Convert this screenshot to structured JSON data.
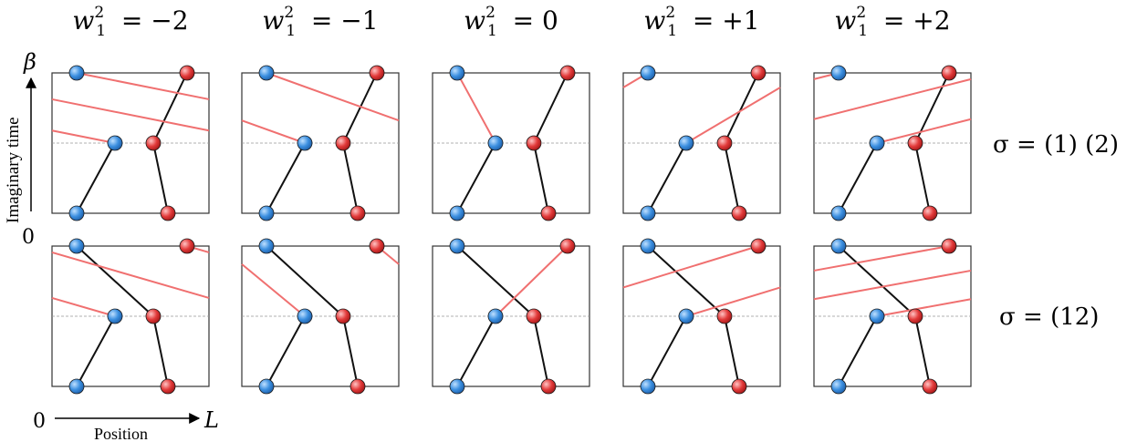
{
  "columns": [
    {
      "label_var": "w",
      "label_sub": "1",
      "label_sup": "2",
      "label_eq": "= −2",
      "winding": -2
    },
    {
      "label_var": "w",
      "label_sub": "1",
      "label_sup": "2",
      "label_eq": "= −1",
      "winding": -1
    },
    {
      "label_var": "w",
      "label_sub": "1",
      "label_sup": "2",
      "label_eq": "= 0",
      "winding": 0
    },
    {
      "label_var": "w",
      "label_sub": "1",
      "label_sup": "2",
      "label_eq": "= +1",
      "winding": 1
    },
    {
      "label_var": "w",
      "label_sub": "1",
      "label_sup": "2",
      "label_eq": "= +2",
      "winding": 2
    }
  ],
  "rows": [
    {
      "label": "σ = (1) (2)",
      "permutation": "identity"
    },
    {
      "label": "σ = (12)",
      "permutation": "exchange"
    }
  ],
  "axes": {
    "time_top": "β",
    "time_label": "Imaginary time",
    "origin": "0",
    "position_start": "0",
    "position_end": "L",
    "position_label": "Position"
  },
  "colors": {
    "blue": "#3b8fe0",
    "red": "#e23a3a",
    "path_black": "#111111",
    "path_winding": "#f07070",
    "midline": "#999999"
  }
}
